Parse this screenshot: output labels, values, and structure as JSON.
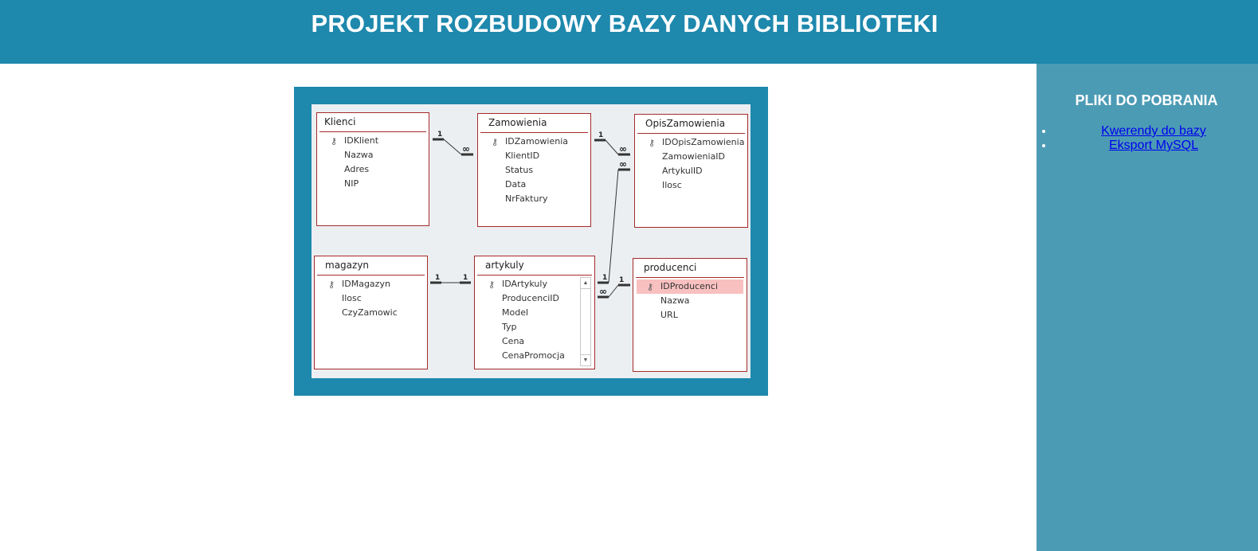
{
  "header": {
    "title": "PROJEKT ROZBUDOWY BAZY DANYCH BIBLIOTEKI"
  },
  "sidebar": {
    "title": "PLIKI DO POBRANIA",
    "links": [
      {
        "label": "Kwerendy do bazy"
      },
      {
        "label": "Eksport MySQL"
      }
    ]
  },
  "diagram": {
    "tables": {
      "klienci": {
        "title": "Klienci",
        "fields": [
          "IDKlient",
          "Nazwa",
          "Adres",
          "NIP"
        ]
      },
      "zamowienia": {
        "title": "Zamowienia",
        "fields": [
          "IDZamowienia",
          "KlientID",
          "Status",
          "Data",
          "NrFaktury"
        ]
      },
      "opisZamowienia": {
        "title": "OpisZamowienia",
        "fields": [
          "IDOpisZamowienia",
          "ZamowieniaID",
          "ArtykulID",
          "Ilosc"
        ]
      },
      "magazyn": {
        "title": "magazyn",
        "fields": [
          "IDMagazyn",
          "Ilosc",
          "CzyZamowic"
        ]
      },
      "artykuly": {
        "title": "artykuly",
        "fields": [
          "IDArtykuly",
          "ProducenciID",
          "Model",
          "Typ",
          "Cena",
          "CenaPromocja"
        ]
      },
      "producenci": {
        "title": "producenci",
        "fields": [
          "IDProducenci",
          "Nazwa",
          "URL"
        ]
      }
    },
    "relations": {
      "one": "1",
      "many": "∞"
    },
    "icons": {
      "key": "key-icon",
      "scroll_up": "scroll-up-arrow-icon",
      "scroll_down": "scroll-down-arrow-icon"
    },
    "colors": {
      "frame": "#1e88ad",
      "table_border": "#a52a2a",
      "highlight": "#f9c0c0"
    }
  }
}
